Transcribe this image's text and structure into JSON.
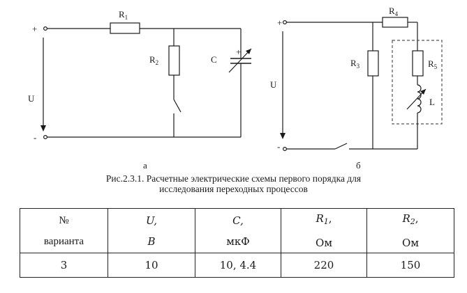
{
  "circuit_a": {
    "plus": "+",
    "minus": "-",
    "source_label": "U",
    "r1": {
      "letter": "R",
      "index": "1"
    },
    "r2": {
      "letter": "R",
      "index": "2"
    },
    "capacitor": "C",
    "cap_plus": "+",
    "sub_caption": "а"
  },
  "circuit_b": {
    "plus": "+",
    "minus": "-",
    "source_label": "U",
    "r3": {
      "letter": "R",
      "index": "3"
    },
    "r4": {
      "letter": "R",
      "index": "4"
    },
    "r5": {
      "letter": "R",
      "index": "5"
    },
    "inductor": "L",
    "sub_caption": "б"
  },
  "caption": {
    "line1": "Рис.2.3.1. Расчетные электрические схемы первого порядка для",
    "line2": "исследования переходных процессов"
  },
  "table": {
    "headers": [
      {
        "top": "№",
        "bottom": "варианта"
      },
      {
        "top": "U,",
        "bottom": "В"
      },
      {
        "top": "C,",
        "bottom": "мкФ"
      },
      {
        "top": "R",
        "top_index": "1",
        "top_tail": ",",
        "bottom": "Ом"
      },
      {
        "top": "R",
        "top_index": "2",
        "top_tail": ",",
        "bottom": "Ом"
      }
    ],
    "rows": [
      [
        "3",
        "10",
        "10, 4.4",
        "220",
        "150"
      ]
    ]
  }
}
